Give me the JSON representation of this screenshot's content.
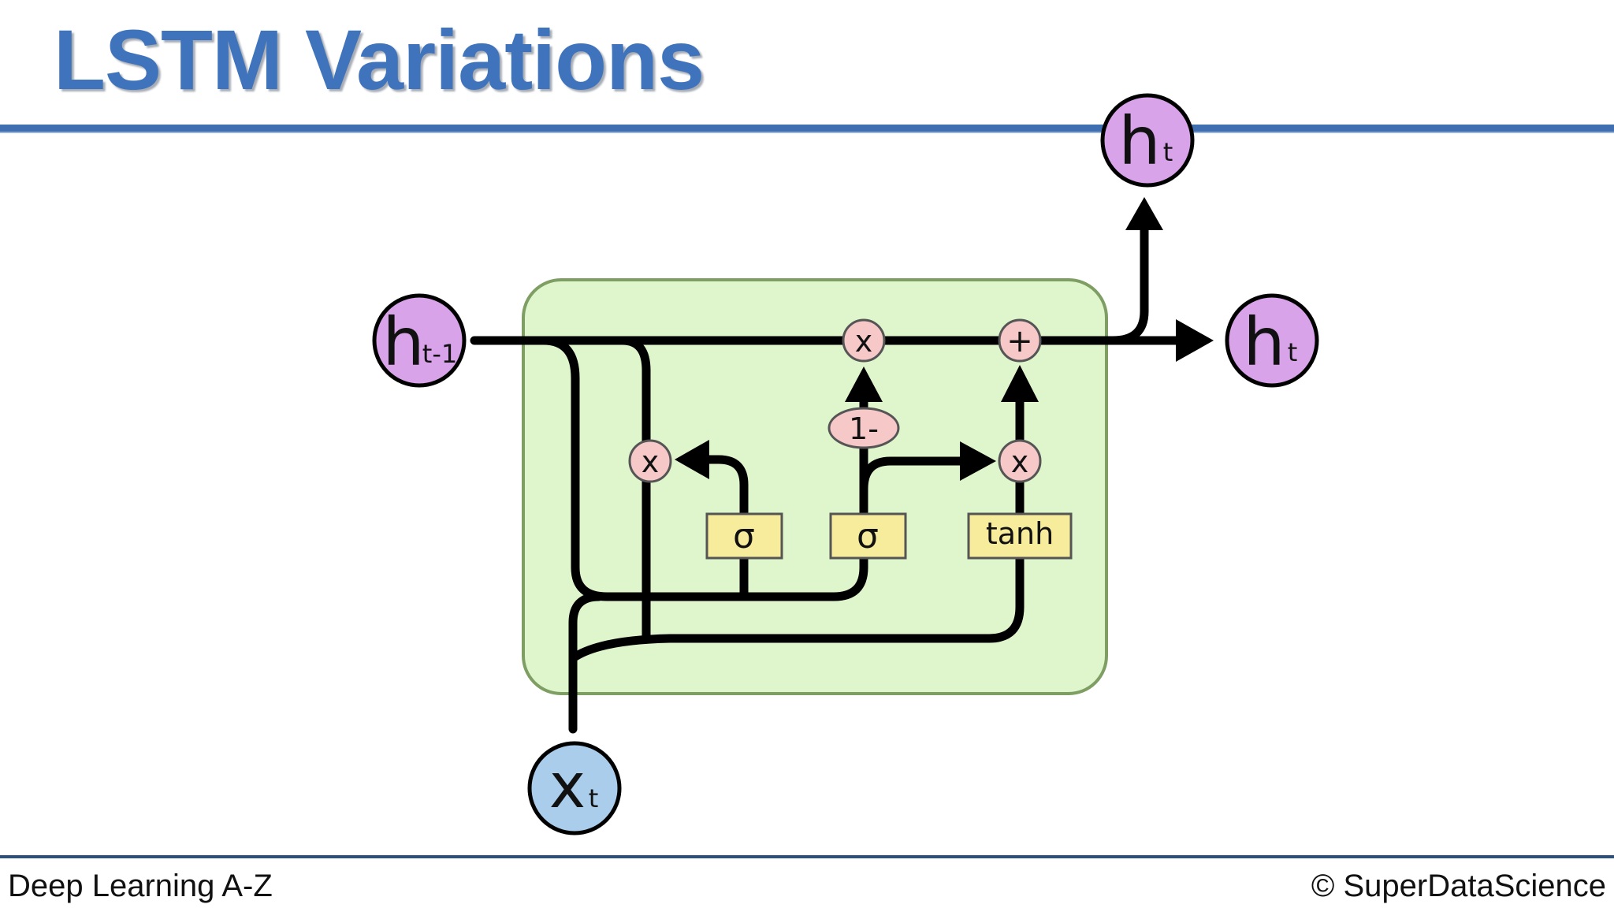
{
  "slide": {
    "title": "LSTM Variations"
  },
  "diagram": {
    "input_prev_hidden": {
      "main": "h",
      "sub": "t-1"
    },
    "input_x": {
      "main": "x",
      "sub": "t"
    },
    "output_hidden_top": {
      "main": "h",
      "sub": "t"
    },
    "output_hidden_right": {
      "main": "h",
      "sub": "t"
    },
    "ops": {
      "mult_top": "x",
      "add_top": "+",
      "one_minus": "1-",
      "mult_left": "x",
      "mult_right": "x"
    },
    "gates": {
      "sigma_left": "σ",
      "sigma_mid": "σ",
      "tanh": "tanh"
    },
    "colors": {
      "cell_fill": "#dff5cc",
      "cell_border": "#7e9e63",
      "hidden_node": "#d9a3ea",
      "input_node": "#a9cdea",
      "op_node": "#f6c8c8",
      "gate_box": "#f7ec9c",
      "title": "#3f74bd",
      "rule": "#3f6fb0"
    }
  },
  "footer": {
    "left": "Deep Learning A-Z",
    "right": "© SuperDataScience"
  }
}
